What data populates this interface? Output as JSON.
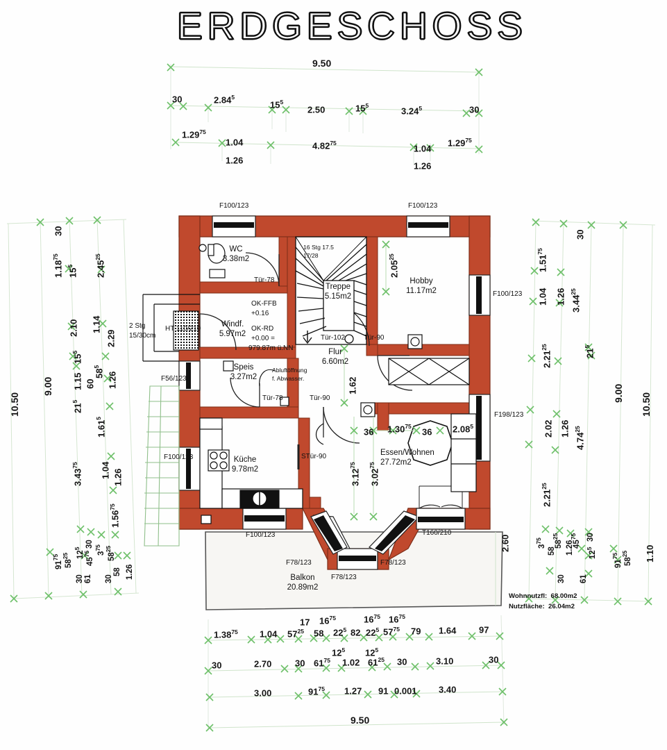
{
  "title": "ERDGESCHOSS",
  "areas_summary": {
    "wohnnutz": "Wohnnutzfl:  68.00m2",
    "nutzflaeche": "Nutzfläche:  26.04m2"
  },
  "rooms": [
    {
      "name": "WC",
      "area": "3.38m2"
    },
    {
      "name": "Windf.",
      "area": "5.97m2"
    },
    {
      "name": "Treppe",
      "area": "5.15m2"
    },
    {
      "name": "Hobby",
      "area": "11.17m2"
    },
    {
      "name": "Flur",
      "area": "6.60m2"
    },
    {
      "name": "Speis",
      "area": "3.27m2"
    },
    {
      "name": "Küche",
      "area": "9.78m2"
    },
    {
      "name": "Essen/Wohnen",
      "area": "27.72m2"
    },
    {
      "name": "Balkon",
      "area": "20.89m2"
    }
  ],
  "levels": {
    "ok_ffb_label": "OK-FFB",
    "ok_ffb_value": "+0.16",
    "ok_rd_label": "OK-RD",
    "ok_rd_value": "+0.00 =",
    "ok_rd_absolute": "979.87m ü.NN"
  },
  "annotations": {
    "stair_steps": "2 Stg",
    "stair_dim": "15/30cm",
    "stair_riser": "16 Stg 17.5",
    "stair_riser2": "17/28",
    "abluft1": "Abluftöffnung",
    "abluft2": "f. Abwasser."
  },
  "openings": {
    "top_left_window": "F100/123",
    "top_right_window": "F100/123",
    "left_small_window": "F56/123",
    "left_kitchen_window": "F100/123",
    "right_upper_window": "F100/123",
    "right_lower_window": "F198/123",
    "bottom_kitchen_window": "F100/123",
    "balcony_window_left": "F78/123",
    "balcony_window_mid": "F78/123",
    "balcony_window_right": "F78/123",
    "terrace_door": "T160/210",
    "entry_door": "HT 110/210",
    "door_wc": "Tür-78",
    "door_windf": "Tür-102",
    "door_hobby": "Tür-90",
    "door_speis": "Tür-78",
    "door_flur": "Tür-90",
    "door_kitchen": "STür-90"
  },
  "dimensions": {
    "top": {
      "overall": "9.50",
      "chain2": [
        {
          "v": "30",
          "sup": ""
        },
        {
          "v": "2.84",
          "sup": "5"
        },
        {
          "v": "15",
          "sup": "5"
        },
        {
          "v": "2.50",
          "sup": ""
        },
        {
          "v": "15",
          "sup": "5"
        },
        {
          "v": "3.24",
          "sup": "5"
        },
        {
          "v": "30",
          "sup": ""
        }
      ],
      "chain3": [
        {
          "v": "1.29",
          "sup": "75"
        },
        {
          "v": "1.04",
          "sup": ""
        },
        {
          "v": "1.26",
          "sup": ""
        },
        {
          "v": "4.82",
          "sup": "75"
        },
        {
          "v": "1.04",
          "sup": ""
        },
        {
          "v": "1.26",
          "sup": ""
        },
        {
          "v": "1.29",
          "sup": "75"
        }
      ]
    },
    "left": {
      "overall_outer": "10.50",
      "overall_inner": "9.00",
      "chain": [
        {
          "v": "30",
          "sup": ""
        },
        {
          "v": "15",
          "sup": "5"
        },
        {
          "v": "1.18",
          "sup": "75"
        },
        {
          "v": "2.45",
          "sup": "25"
        },
        {
          "v": "2.10",
          "sup": ""
        },
        {
          "v": "21",
          "sup": "5"
        },
        {
          "v": "1.15",
          "sup": ""
        },
        {
          "v": "15",
          "sup": "5"
        },
        {
          "v": "1.14",
          "sup": ""
        },
        {
          "v": "2.29",
          "sup": ""
        },
        {
          "v": "60",
          "sup": ""
        },
        {
          "v": "58",
          "sup": "5"
        },
        {
          "v": "1.26",
          "sup": ""
        },
        {
          "v": "1.61",
          "sup": "5"
        },
        {
          "v": "3.43",
          "sup": "75"
        },
        {
          "v": "1.04",
          "sup": ""
        },
        {
          "v": "1.26",
          "sup": ""
        },
        {
          "v": "1.56",
          "sup": "75"
        },
        {
          "v": "91",
          "sup": "75"
        },
        {
          "v": "58",
          "sup": "25"
        },
        {
          "v": "12",
          "sup": "5"
        },
        {
          "v": "30",
          "sup": ""
        },
        {
          "v": "45",
          "sup": "75"
        },
        {
          "v": "30",
          "sup": ""
        },
        {
          "v": "61",
          "sup": ""
        },
        {
          "v": "3",
          "sup": "75"
        },
        {
          "v": "30",
          "sup": ""
        },
        {
          "v": "58",
          "sup": ""
        },
        {
          "v": "58",
          "sup": "25"
        },
        {
          "v": "1.26",
          "sup": ""
        }
      ]
    },
    "right": {
      "overall_outer": "10.50",
      "overall_inner": "9.00",
      "bottom_offset": "1.10",
      "chain": [
        {
          "v": "30",
          "sup": ""
        },
        {
          "v": "1.51",
          "sup": "75"
        },
        {
          "v": "1.04",
          "sup": ""
        },
        {
          "v": "1.26",
          "sup": ""
        },
        {
          "v": "3.44",
          "sup": "25"
        },
        {
          "v": "2.21",
          "sup": "25"
        },
        {
          "v": "21",
          "sup": "5"
        },
        {
          "v": "2.02",
          "sup": ""
        },
        {
          "v": "1.26",
          "sup": ""
        },
        {
          "v": "4.74",
          "sup": "25"
        },
        {
          "v": "2.21",
          "sup": "25"
        },
        {
          "v": "3",
          "sup": "75"
        },
        {
          "v": "58",
          "sup": ""
        },
        {
          "v": "58",
          "sup": "25"
        },
        {
          "v": "1.26",
          "sup": ""
        },
        {
          "v": "45",
          "sup": "75"
        },
        {
          "v": "30",
          "sup": ""
        },
        {
          "v": "61",
          "sup": ""
        },
        {
          "v": "12",
          "sup": "5"
        },
        {
          "v": "30",
          "sup": ""
        },
        {
          "v": "91",
          "sup": "75"
        },
        {
          "v": "58",
          "sup": "25"
        }
      ]
    },
    "bottom": {
      "overall": "9.50",
      "row1": [
        {
          "v": "1.38",
          "sup": "75"
        },
        {
          "v": "1.04",
          "sup": ""
        },
        {
          "v": "57",
          "sup": "25"
        },
        {
          "v": "17",
          "sup": ""
        },
        {
          "v": "58",
          "sup": ""
        },
        {
          "v": "16",
          "sup": "75"
        },
        {
          "v": "22",
          "sup": "5"
        },
        {
          "v": "82",
          "sup": ""
        },
        {
          "v": "22",
          "sup": "5"
        },
        {
          "v": "16",
          "sup": "75"
        },
        {
          "v": "57",
          "sup": "75"
        },
        {
          "v": "16",
          "sup": "75"
        },
        {
          "v": "79",
          "sup": ""
        },
        {
          "v": "1.64",
          "sup": ""
        },
        {
          "v": "97",
          "sup": ""
        }
      ],
      "row2": [
        {
          "v": "30",
          "sup": ""
        },
        {
          "v": "2.70",
          "sup": ""
        },
        {
          "v": "30",
          "sup": ""
        },
        {
          "v": "61",
          "sup": "75"
        },
        {
          "v": "12",
          "sup": "5"
        },
        {
          "v": "1.02",
          "sup": ""
        },
        {
          "v": "12",
          "sup": "5"
        },
        {
          "v": "61",
          "sup": "25"
        },
        {
          "v": "30",
          "sup": ""
        },
        {
          "v": "3.10",
          "sup": ""
        },
        {
          "v": "30",
          "sup": ""
        }
      ],
      "row3": [
        {
          "v": "3.00",
          "sup": ""
        },
        {
          "v": "91",
          "sup": "75"
        },
        {
          "v": "1.27",
          "sup": ""
        },
        {
          "v": "91",
          "sup": ""
        },
        {
          "v": "0.001",
          "sup": ""
        },
        {
          "v": "3.40",
          "sup": ""
        }
      ]
    },
    "interior": {
      "hobby_v": {
        "v": "2.05",
        "sup": "25"
      },
      "flur_v": {
        "v": "1.62",
        "sup": ""
      },
      "hall_a": {
        "v": "3.12",
        "sup": "75"
      },
      "hall_b": {
        "v": "3.02",
        "sup": "75"
      },
      "wohn_l": {
        "v": "36",
        "sup": ""
      },
      "wohn_c": {
        "v": "1.30",
        "sup": "75"
      },
      "wohn_r": {
        "v": "36",
        "sup": ""
      },
      "wohn_far": {
        "v": "2.08",
        "sup": "5"
      },
      "balcony_depth": {
        "v": "2.60",
        "sup": ""
      }
    }
  },
  "colors": {
    "wall": "#c0492d",
    "wall_stroke": "#7c2d18",
    "ink": "#161616",
    "dim_line": "#b9d9b2",
    "terrace": "#f4f2ee"
  }
}
